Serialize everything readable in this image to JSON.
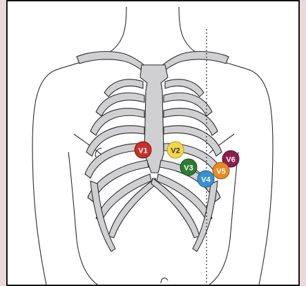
{
  "figure": {
    "background": "#ffffff",
    "frame_color": "#ead9d9",
    "bone_fill": "#d0d0d3",
    "outline": "#2a2a2a"
  },
  "electrodes": [
    {
      "id": "v1",
      "label": "V1",
      "color": "#c8312a",
      "text_color": "#ffffff"
    },
    {
      "id": "v2",
      "label": "V2",
      "color": "#f3d54a",
      "text_color": "#333333"
    },
    {
      "id": "v3",
      "label": "V3",
      "color": "#2e7d32",
      "text_color": "#ffffff"
    },
    {
      "id": "v4",
      "label": "V4",
      "color": "#3b8fd4",
      "text_color": "#ffffff"
    },
    {
      "id": "v5",
      "label": "V5",
      "color": "#e98a23",
      "text_color": "#ffffff"
    },
    {
      "id": "v6",
      "label": "V6",
      "color": "#8c1d4e",
      "text_color": "#ffffff"
    }
  ]
}
